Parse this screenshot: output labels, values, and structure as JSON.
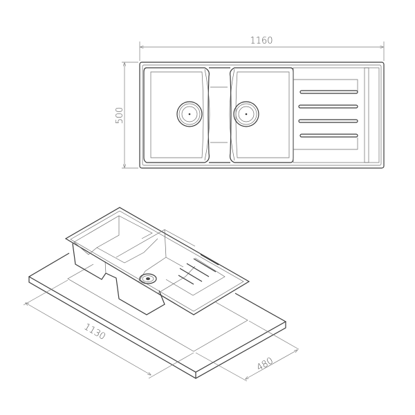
{
  "drawing": {
    "top_view": {
      "width_dimension": "1160",
      "depth_dimension": "500"
    },
    "iso_view": {
      "cutout_length_dimension": "1130",
      "cutout_depth_dimension": "480"
    }
  },
  "colors": {
    "line": "#3a3a3a",
    "dimension": "#777777",
    "background": "#ffffff"
  }
}
